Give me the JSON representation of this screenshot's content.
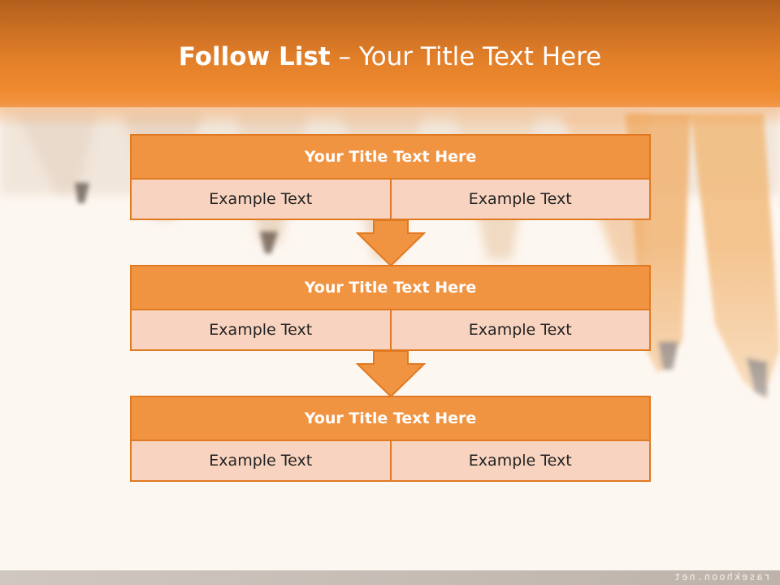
{
  "header": {
    "title_bold": "Follow List",
    "title_rest": "– Your Title Text Here"
  },
  "boxes": [
    {
      "title": "Your Title Text Here",
      "cells": [
        "Example Text",
        "Example Text"
      ]
    },
    {
      "title": "Your Title Text Here",
      "cells": [
        "Example Text",
        "Example Text"
      ]
    },
    {
      "title": "Your Title Text Here",
      "cells": [
        "Example Text",
        "Example Text"
      ]
    }
  ],
  "footer": {
    "watermark": "rasekhoon.net"
  },
  "colors": {
    "accent": "#f19442",
    "border": "#e07a22",
    "cell_fill": "#f8d3bf",
    "header_dark": "#b25f1d"
  }
}
